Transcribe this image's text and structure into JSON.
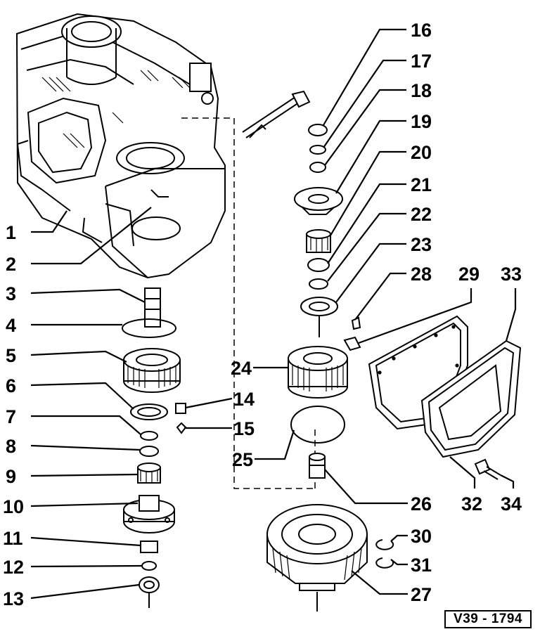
{
  "diagram": {
    "reference_code": "V39 - 1794",
    "part_labels": {
      "p1": "1",
      "p2": "2",
      "p3": "3",
      "p4": "4",
      "p5": "5",
      "p6": "6",
      "p7": "7",
      "p8": "8",
      "p9": "9",
      "p10": "10",
      "p11": "11",
      "p12": "12",
      "p13": "13",
      "p14": "14",
      "p15": "15",
      "p16": "16",
      "p17": "17",
      "p18": "18",
      "p19": "19",
      "p20": "20",
      "p21": "21",
      "p22": "22",
      "p23": "23",
      "p24": "24",
      "p25": "25",
      "p26": "26",
      "p27": "27",
      "p28": "28",
      "p29": "29",
      "p30": "30",
      "p31": "31",
      "p32": "32",
      "p33": "33",
      "p34": "34"
    }
  }
}
